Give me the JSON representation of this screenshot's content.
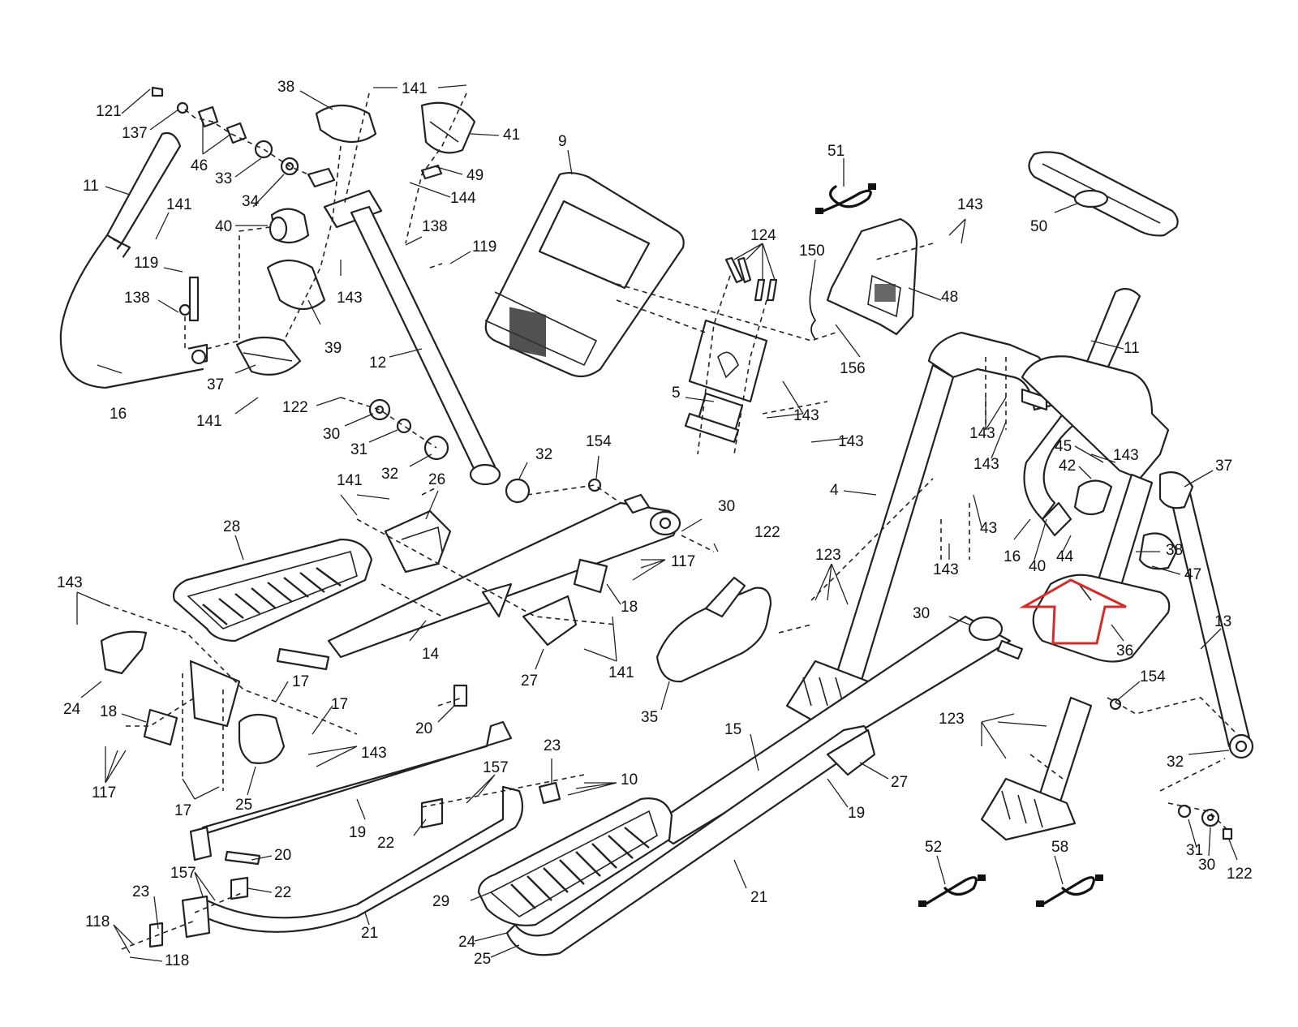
{
  "callouts": {
    "c121": "121",
    "c137": "137",
    "c46": "46",
    "c33": "33",
    "c34": "34",
    "c38a": "38",
    "c141a": "141",
    "c41": "41",
    "c49": "49",
    "c144": "144",
    "c11a": "11",
    "c141b": "141",
    "c40a": "40",
    "c138a": "138",
    "c119a": "119",
    "c119b": "119",
    "c138b": "138",
    "c143a": "143",
    "c39": "39",
    "c12": "12",
    "c16a": "16",
    "c37a": "37",
    "c141c": "141",
    "c122a": "122",
    "c30a": "30",
    "c31a": "31",
    "c32a": "32",
    "c32b": "32",
    "c154a": "154",
    "c9": "9",
    "c51": "51",
    "c124": "124",
    "c150": "150",
    "c143b": "143",
    "c48": "48",
    "c50": "50",
    "c156": "156",
    "c5": "5",
    "c143c": "143",
    "c143d": "143",
    "c11b": "11",
    "c4": "4",
    "c143e": "143",
    "c143f": "143",
    "c45": "45",
    "c143g": "143",
    "c42": "42",
    "c37b": "37",
    "c43": "43",
    "c143h": "143",
    "c16b": "16",
    "c40b": "40",
    "c44": "44",
    "c38b": "38",
    "c47": "47",
    "c123a": "123",
    "c141d": "141",
    "c26": "26",
    "c28": "28",
    "c30b": "30",
    "c122b": "122",
    "c117a": "117",
    "c18a": "18",
    "c14": "14",
    "c27a": "27",
    "c141e": "141",
    "c143i": "143",
    "c24a": "24",
    "c18b": "18",
    "c117b": "117",
    "c17a": "17",
    "c17b": "17",
    "c143j": "143",
    "c25a": "25",
    "c17c": "17",
    "c20a": "20",
    "c35": "35",
    "c30c": "30",
    "c36": "36",
    "c13": "13",
    "c154b": "154",
    "c123b": "123",
    "c32c": "32",
    "c15": "15",
    "c27b": "27",
    "c19a": "19",
    "c19b": "19",
    "c23a": "23",
    "c10": "10",
    "c157a": "157",
    "c22a": "22",
    "c20b": "20",
    "c157b": "157",
    "c23b": "23",
    "c22b": "22",
    "c118a": "118",
    "c118b": "118",
    "c21a": "21",
    "c29": "29",
    "c24b": "24",
    "c25b": "25",
    "c21b": "21",
    "c52": "52",
    "c58": "58",
    "c31b": "31",
    "c30d": "30",
    "c122c": "122"
  },
  "highlight": {
    "color": "#d42b2b",
    "target_part": "44"
  }
}
